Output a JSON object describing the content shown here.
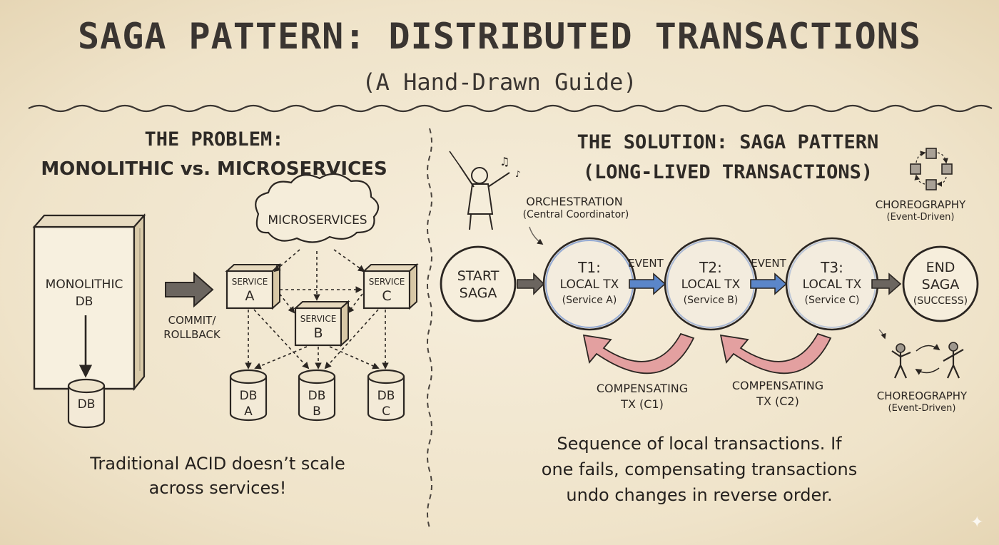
{
  "title": "SAGA PATTERN: DISTRIBUTED TRANSACTIONS",
  "subtitle": "(A Hand-Drawn Guide)",
  "problem": {
    "heading_line1": "THE PROBLEM:",
    "heading_line2": "MONOLITHIC vs. MICROSERVICES",
    "monolith_label_1": "MONOLITHIC",
    "monolith_label_2": "DB",
    "db_label": "DB",
    "arrow_label_1": "COMMIT/",
    "arrow_label_2": "ROLLBACK",
    "cloud_label": "MICROSERVICES",
    "services": [
      {
        "top": "SERVICE",
        "name": "A"
      },
      {
        "top": "SERVICE",
        "name": "B"
      },
      {
        "top": "SERVICE",
        "name": "C"
      }
    ],
    "dbs": [
      {
        "top": "DB",
        "name": "A"
      },
      {
        "top": "DB",
        "name": "B"
      },
      {
        "top": "DB",
        "name": "C"
      }
    ],
    "footer_line1": "Traditional ACID doesn’t scale",
    "footer_line2": "across services!"
  },
  "solution": {
    "heading_line1": "THE SOLUTION: SAGA PATTERN",
    "heading_line2": "(LONG-LIVED TRANSACTIONS)",
    "orchestration_label": "ORCHESTRATION",
    "orchestration_sub": "(Central Coordinator)",
    "choreography_top_label": "CHOREOGRAPHY",
    "choreography_top_sub": "(Event-Driven)",
    "choreography_bottom_label": "CHOREOGRAPHY",
    "choreography_bottom_sub": "(Event-Driven)",
    "start": {
      "line1": "START",
      "line2": "SAGA"
    },
    "steps": [
      {
        "title": "T1:",
        "line2": "LOCAL TX",
        "service": "(Service A)"
      },
      {
        "title": "T2:",
        "line2": "LOCAL TX",
        "service": "(Service B)"
      },
      {
        "title": "T3:",
        "line2": "LOCAL TX",
        "service": "(Service C)"
      }
    ],
    "end": {
      "line1": "END",
      "line2": "SAGA",
      "line3": "(SUCCESS)"
    },
    "event_labels": [
      "EVENT",
      "EVENT"
    ],
    "compensating": [
      {
        "line1": "COMPENSATING",
        "line2": "TX (C1)"
      },
      {
        "line1": "COMPENSATING",
        "line2": "TX (C2)"
      }
    ],
    "footer_line1": "Sequence of local transactions. If",
    "footer_line2": "one fails, compensating transactions",
    "footer_line3": "undo changes in reverse order."
  },
  "colors": {
    "paper": "#f1e7d2",
    "ink": "#2b2622",
    "forward_arrow": "#5b86c9",
    "compensating_arrow": "#e3a0a0",
    "circle_tint": "#7a98cf"
  }
}
